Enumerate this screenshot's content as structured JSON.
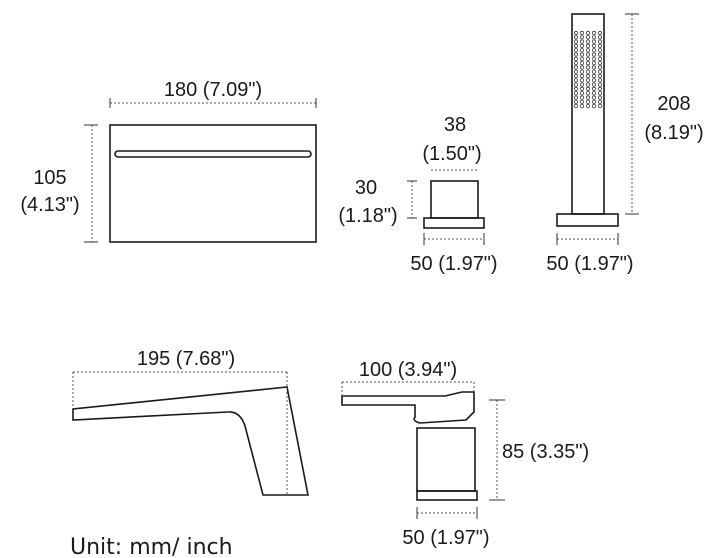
{
  "spout_top": {
    "width": "180 (7.09\")",
    "height_mm": "105",
    "height_in": "(4.13\")"
  },
  "handle_front": {
    "width_mm": "38",
    "width_in": "(1.50\")",
    "height_mm": "30",
    "height_in": "(1.18\")",
    "base": "50 (1.97\")"
  },
  "hand_shower": {
    "height_mm": "208",
    "height_in": "(8.19\")",
    "base": "50 (1.97\")"
  },
  "spout_side": {
    "length": "195 (7.68\")"
  },
  "handle_side": {
    "length": "100 (3.94\")",
    "height": "85 (3.35\")",
    "base": "50 (1.97\")"
  },
  "unit_note": "Unit: mm/ inch"
}
